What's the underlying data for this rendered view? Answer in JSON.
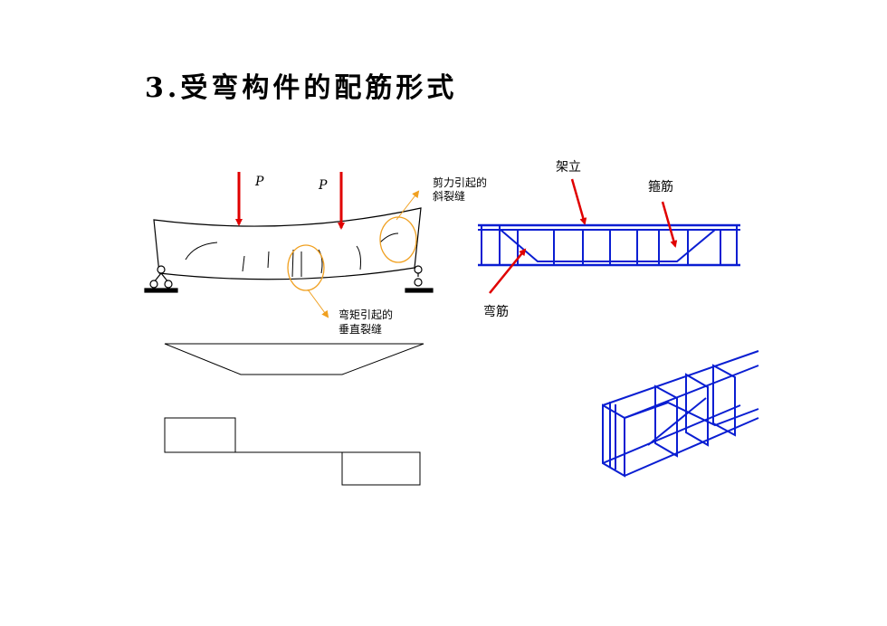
{
  "slide": {
    "title": "3.受弯构件的配筋形式"
  },
  "beam_diagram": {
    "load_labels": [
      "P",
      "P"
    ],
    "shear_crack_label": [
      "剪力引起的",
      "斜裂缝"
    ],
    "moment_crack_label": [
      "弯矩引起的",
      "垂直裂缝"
    ]
  },
  "rebar_diagram": {
    "erection_bar_label": "架立",
    "stirrup_label": "箍筋",
    "bent_bar_label": "弯筋"
  },
  "colors": {
    "load_arrow": "#e00000",
    "crack_circle": "#f0a020",
    "rebar": "#0a1ed2",
    "pointer_arrow": "#e00000",
    "line": "#000000"
  }
}
